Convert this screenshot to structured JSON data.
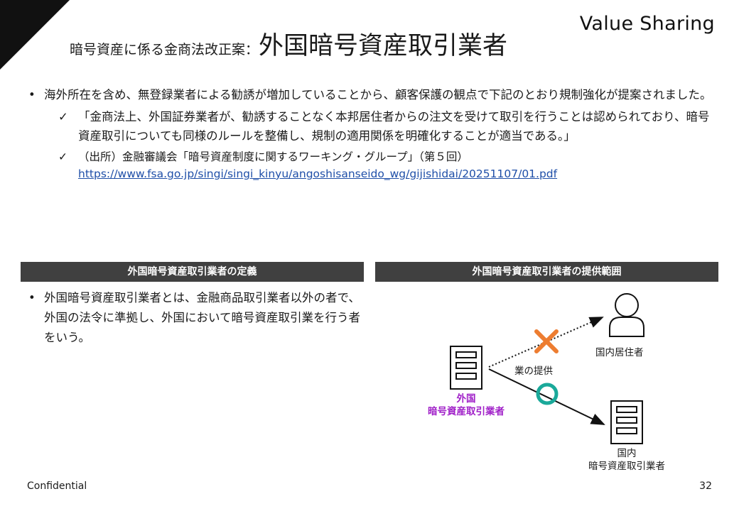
{
  "brand": "Value Sharing",
  "title": {
    "prefix": "暗号資産に係る金商法改正案：",
    "main": "外国暗号資産取引業者"
  },
  "bullets": {
    "main": "海外所在を含め、無登録業者による勧誘が増加していることから、顧客保護の観点で下記のとおり規制強化が提案されました。",
    "check_mark": "✓",
    "quote": "「金商法上、外国証券業者が、勧誘することなく本邦居住者からの注文を受けて取引を行うことは認められており、暗号資産取引についても同様のルールを整備し、規制の適用関係を明確化することが適当である。」",
    "source": "（出所）金融審議会「暗号資産制度に関するワーキング・グループ」（第５回）",
    "link": "https://www.fsa.go.jp/singi/singi_kinyu/angoshisanseido_wg/gijishidai/20251107/01.pdf"
  },
  "left_panel": {
    "header": "外国暗号資産取引業者の定義",
    "text": "外国暗号資産取引業者とは、金融商品取引業者以外の者で、外国の法令に準拠し、外国において暗号資産取引業を行う者をいう。"
  },
  "right_panel": {
    "header": "外国暗号資産取引業者の提供範囲",
    "foreign_line1": "外国",
    "foreign_line2": "暗号資産取引業者",
    "service_label": "業の提供",
    "resident_label": "国内居住者",
    "domestic_line1": "国内",
    "domestic_line2": "暗号資産取引業者",
    "colors": {
      "foreign": "#a020c8",
      "cross": "#ed7d31",
      "circle": "#1aa99a"
    }
  },
  "footer": {
    "confidential": "Confidential",
    "page": "32"
  }
}
